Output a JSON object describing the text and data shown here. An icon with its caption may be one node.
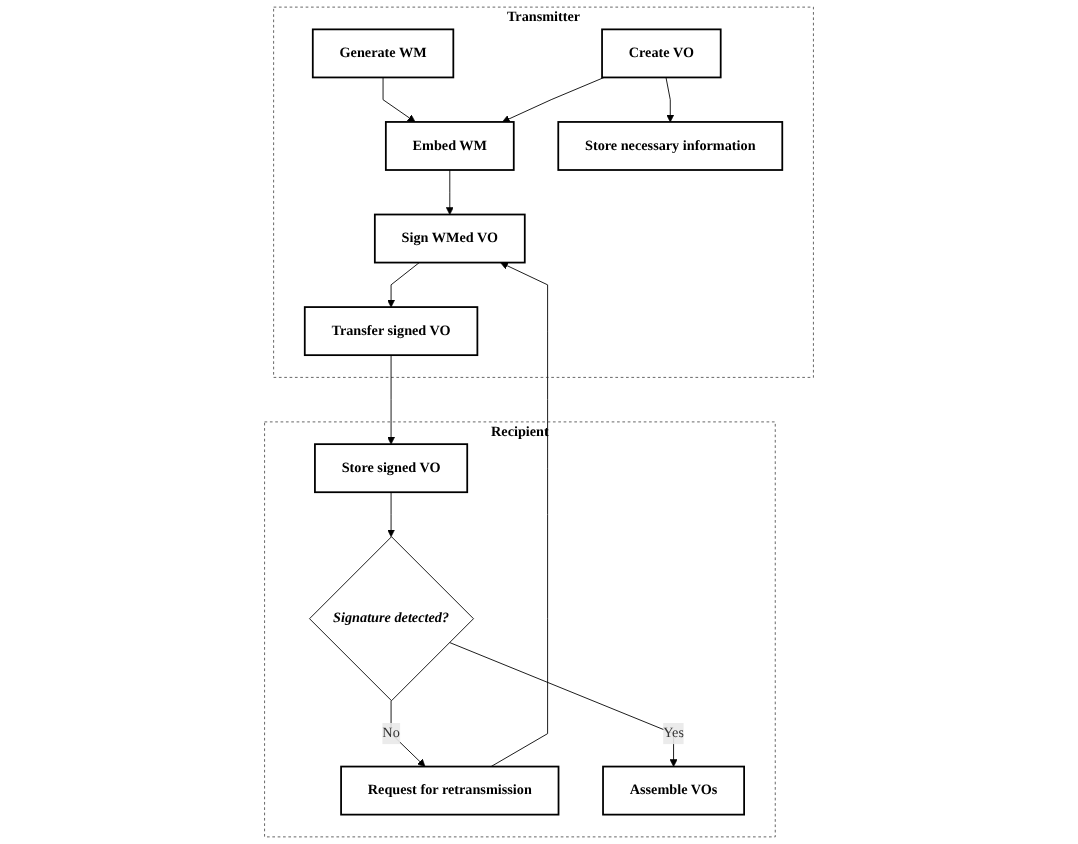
{
  "diagram": {
    "nodes": [
      {
        "text": [
          "Transmitter"
        ]
      },
      {
        "text": [
          "Generate WM"
        ],
        "in": 0
      },
      {
        "text": [
          "Embed WM"
        ],
        "in": 0
      },
      {
        "text": [
          "Sign WMed VO"
        ],
        "in": 0
      },
      {
        "text": [
          "Transfer signed VO"
        ],
        "in": 0
      },
      {
        "text": [
          "Create VO"
        ],
        "in": 0
      },
      {
        "text": [
          "Store necessary information"
        ],
        "in": 0
      },
      {
        "text": [
          "Recipient"
        ]
      },
      {
        "text": [
          "Store signed VO"
        ],
        "in": 7
      },
      {
        "text": [
          "Signature detected?"
        ],
        "in": 7
      },
      {
        "text": [
          "Request for retransmission"
        ],
        "in": 7
      },
      {
        "text": [
          "Assemble VOs"
        ],
        "in": 7
      }
    ],
    "edges": [
      {
        "from": 1,
        "to": 2,
        "arrow": "to"
      },
      {
        "from": 2,
        "to": 3,
        "arrow": "to"
      },
      {
        "from": 3,
        "to": 4,
        "arrow": "to"
      },
      {
        "from": 5,
        "to": 2,
        "arrow": "to"
      },
      {
        "from": 5,
        "to": 6,
        "arrow": "to"
      },
      {
        "from": 4,
        "to": 8,
        "arrow": "to"
      },
      {
        "from": 8,
        "to": 9,
        "arrow": "to"
      },
      {
        "from": 9,
        "to": 10,
        "label": "No",
        "arrow": "to"
      },
      {
        "from": 9,
        "to": 11,
        "label": "Yes",
        "arrow": "to"
      },
      {
        "from": 10,
        "to": 3,
        "arrow": "to"
      }
    ]
  }
}
